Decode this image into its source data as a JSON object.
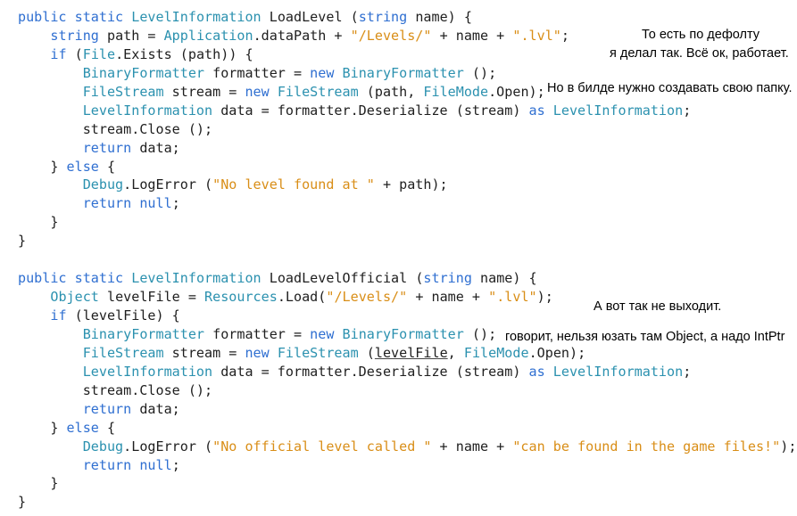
{
  "code_lines": [
    [
      {
        "t": "public",
        "c": "kw"
      },
      {
        "t": " "
      },
      {
        "t": "static",
        "c": "kw"
      },
      {
        "t": " "
      },
      {
        "t": "LevelInformation",
        "c": "ty"
      },
      {
        "t": " LoadLevel ("
      },
      {
        "t": "string",
        "c": "kw"
      },
      {
        "t": " name) {"
      }
    ],
    [
      {
        "t": "    "
      },
      {
        "t": "string",
        "c": "kw"
      },
      {
        "t": " path = "
      },
      {
        "t": "Application",
        "c": "ty"
      },
      {
        "t": ".dataPath + "
      },
      {
        "t": "\"/Levels/\"",
        "c": "st"
      },
      {
        "t": " + name + "
      },
      {
        "t": "\".lvl\"",
        "c": "st"
      },
      {
        "t": ";"
      }
    ],
    [
      {
        "t": "    "
      },
      {
        "t": "if",
        "c": "kw"
      },
      {
        "t": " ("
      },
      {
        "t": "File",
        "c": "ty"
      },
      {
        "t": ".Exists (path)) {"
      }
    ],
    [
      {
        "t": "        "
      },
      {
        "t": "BinaryFormatter",
        "c": "ty"
      },
      {
        "t": " formatter = "
      },
      {
        "t": "new",
        "c": "kw"
      },
      {
        "t": " "
      },
      {
        "t": "BinaryFormatter",
        "c": "ty"
      },
      {
        "t": " ();"
      }
    ],
    [
      {
        "t": "        "
      },
      {
        "t": "FileStream",
        "c": "ty"
      },
      {
        "t": " stream = "
      },
      {
        "t": "new",
        "c": "kw"
      },
      {
        "t": " "
      },
      {
        "t": "FileStream",
        "c": "ty"
      },
      {
        "t": " (path, "
      },
      {
        "t": "FileMode",
        "c": "ty"
      },
      {
        "t": ".Open);"
      }
    ],
    [
      {
        "t": "        "
      },
      {
        "t": "LevelInformation",
        "c": "ty"
      },
      {
        "t": " data = formatter.Deserialize (stream) "
      },
      {
        "t": "as",
        "c": "kw"
      },
      {
        "t": " "
      },
      {
        "t": "LevelInformation",
        "c": "ty"
      },
      {
        "t": ";"
      }
    ],
    [
      {
        "t": "        stream.Close ();"
      }
    ],
    [
      {
        "t": "        "
      },
      {
        "t": "return",
        "c": "kw"
      },
      {
        "t": " data;"
      }
    ],
    [
      {
        "t": "    } "
      },
      {
        "t": "else",
        "c": "kw"
      },
      {
        "t": " {"
      }
    ],
    [
      {
        "t": "        "
      },
      {
        "t": "Debug",
        "c": "ty"
      },
      {
        "t": ".LogError ("
      },
      {
        "t": "\"No level found at \"",
        "c": "st"
      },
      {
        "t": " + path);"
      }
    ],
    [
      {
        "t": "        "
      },
      {
        "t": "return",
        "c": "kw"
      },
      {
        "t": " "
      },
      {
        "t": "null",
        "c": "kw"
      },
      {
        "t": ";"
      }
    ],
    [
      {
        "t": "    }"
      }
    ],
    [
      {
        "t": "}"
      }
    ],
    [
      {
        "t": ""
      }
    ],
    [
      {
        "t": "public",
        "c": "kw"
      },
      {
        "t": " "
      },
      {
        "t": "static",
        "c": "kw"
      },
      {
        "t": " "
      },
      {
        "t": "LevelInformation",
        "c": "ty"
      },
      {
        "t": " LoadLevelOfficial ("
      },
      {
        "t": "string",
        "c": "kw"
      },
      {
        "t": " name) {"
      }
    ],
    [
      {
        "t": "    "
      },
      {
        "t": "Object",
        "c": "ty"
      },
      {
        "t": " levelFile = "
      },
      {
        "t": "Resources",
        "c": "ty"
      },
      {
        "t": ".Load("
      },
      {
        "t": "\"/Levels/\"",
        "c": "st"
      },
      {
        "t": " + name + "
      },
      {
        "t": "\".lvl\"",
        "c": "st"
      },
      {
        "t": ");"
      }
    ],
    [
      {
        "t": "    "
      },
      {
        "t": "if",
        "c": "kw"
      },
      {
        "t": " (levelFile) {"
      }
    ],
    [
      {
        "t": "        "
      },
      {
        "t": "BinaryFormatter",
        "c": "ty"
      },
      {
        "t": " formatter = "
      },
      {
        "t": "new",
        "c": "kw"
      },
      {
        "t": " "
      },
      {
        "t": "BinaryFormatter",
        "c": "ty"
      },
      {
        "t": " ();"
      }
    ],
    [
      {
        "t": "        "
      },
      {
        "t": "FileStream",
        "c": "ty"
      },
      {
        "t": " stream = "
      },
      {
        "t": "new",
        "c": "kw"
      },
      {
        "t": " "
      },
      {
        "t": "FileStream",
        "c": "ty"
      },
      {
        "t": " ("
      },
      {
        "t": "levelFile",
        "c": "ul"
      },
      {
        "t": ", "
      },
      {
        "t": "FileMode",
        "c": "ty"
      },
      {
        "t": ".Open);"
      }
    ],
    [
      {
        "t": "        "
      },
      {
        "t": "LevelInformation",
        "c": "ty"
      },
      {
        "t": " data = formatter.Deserialize (stream) "
      },
      {
        "t": "as",
        "c": "kw"
      },
      {
        "t": " "
      },
      {
        "t": "LevelInformation",
        "c": "ty"
      },
      {
        "t": ";"
      }
    ],
    [
      {
        "t": "        stream.Close ();"
      }
    ],
    [
      {
        "t": "        "
      },
      {
        "t": "return",
        "c": "kw"
      },
      {
        "t": " data;"
      }
    ],
    [
      {
        "t": "    } "
      },
      {
        "t": "else",
        "c": "kw"
      },
      {
        "t": " {"
      }
    ],
    [
      {
        "t": "        "
      },
      {
        "t": "Debug",
        "c": "ty"
      },
      {
        "t": ".LogError ("
      },
      {
        "t": "\"No official level called \"",
        "c": "st"
      },
      {
        "t": " + name + "
      },
      {
        "t": "\"can be found in the game files!\"",
        "c": "st"
      },
      {
        "t": ");"
      }
    ],
    [
      {
        "t": "        "
      },
      {
        "t": "return",
        "c": "kw"
      },
      {
        "t": " "
      },
      {
        "t": "null",
        "c": "kw"
      },
      {
        "t": ";"
      }
    ],
    [
      {
        "t": "    }"
      }
    ],
    [
      {
        "t": "}"
      }
    ]
  ],
  "annotations": {
    "note1": "То есть по дефолту",
    "note2": "я делал так. Всё ок, работает.",
    "note3": "Но в билде нужно создавать свою папку.",
    "note4": "А вот так не выходит.",
    "note5": "говорит, нельзя юзать там Object, а надо IntPtr"
  },
  "colors": {
    "keyword": "#2f6fd1",
    "type": "#2b91af",
    "string": "#d98e17",
    "text": "#1e1e1e"
  }
}
